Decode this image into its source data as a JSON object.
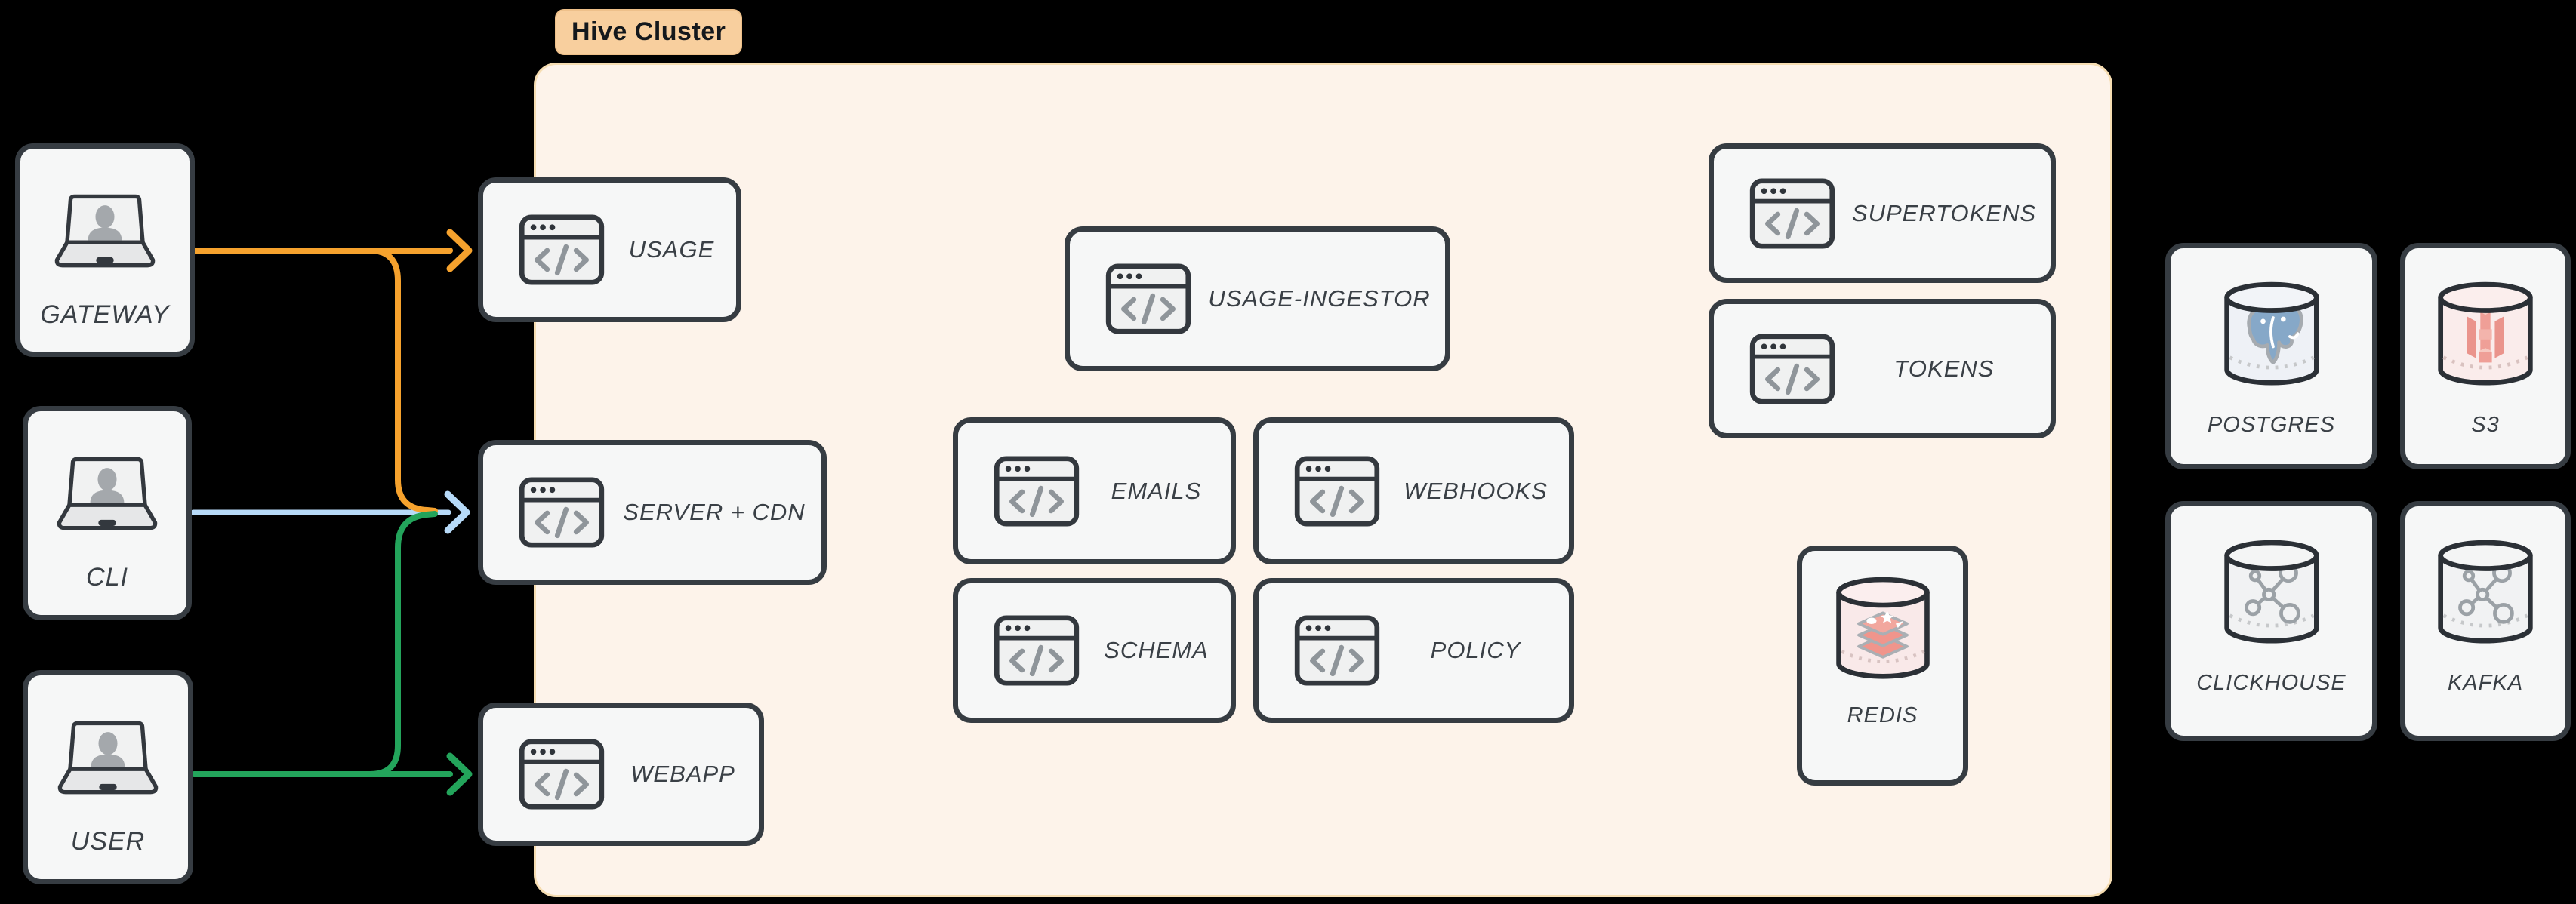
{
  "cluster": {
    "label": "Hive Cluster",
    "services": [
      {
        "id": "usage",
        "label": "USAGE"
      },
      {
        "id": "server-cdn",
        "label": "SERVER + CDN"
      },
      {
        "id": "webapp",
        "label": "WEBAPP"
      },
      {
        "id": "usage-ingestor",
        "label": "USAGE-INGESTOR"
      },
      {
        "id": "emails",
        "label": "EMAILS"
      },
      {
        "id": "webhooks",
        "label": "WEBHOOKS"
      },
      {
        "id": "schema",
        "label": "SCHEMA"
      },
      {
        "id": "policy",
        "label": "POLICY"
      },
      {
        "id": "supertokens",
        "label": "SUPERTOKENS"
      },
      {
        "id": "tokens",
        "label": "TOKENS"
      }
    ],
    "datastore": {
      "id": "redis",
      "label": "REDIS"
    }
  },
  "clients": [
    {
      "id": "gateway",
      "label": "GATEWAY"
    },
    {
      "id": "cli",
      "label": "CLI"
    },
    {
      "id": "user",
      "label": "USER"
    }
  ],
  "external_datastores": [
    {
      "id": "postgres",
      "label": "POSTGRES"
    },
    {
      "id": "s3",
      "label": "S3"
    },
    {
      "id": "clickhouse",
      "label": "CLICKHOUSE"
    },
    {
      "id": "kafka",
      "label": "KAFKA"
    }
  ],
  "connections": [
    {
      "from": "GATEWAY",
      "to": "USAGE",
      "color": "orange"
    },
    {
      "from": "GATEWAY",
      "to": "SERVER + CDN",
      "color": "orange"
    },
    {
      "from": "CLI",
      "to": "SERVER + CDN",
      "color": "blue"
    },
    {
      "from": "USER",
      "to": "WEBAPP",
      "color": "green"
    },
    {
      "from": "USER",
      "to": "SERVER + CDN",
      "color": "green"
    }
  ],
  "edges": {
    "gateway": "#F6A22D",
    "cli": "#B7DAF8",
    "user": "#23A45B"
  },
  "colors": {
    "background": "#000000",
    "box_fill": "#F6F7F7",
    "box_border": "#363C42",
    "cluster_fill": "#FDF3EA",
    "cluster_border": "#F6DDB2",
    "cluster_tag_fill": "#F8CF9E",
    "label_text": "#3A4046",
    "postgres_logo": "#86A8C8",
    "redis_logo": "#F0958C",
    "s3_logo": "#EA948C",
    "molecule_gray": "#9BA1A6"
  }
}
